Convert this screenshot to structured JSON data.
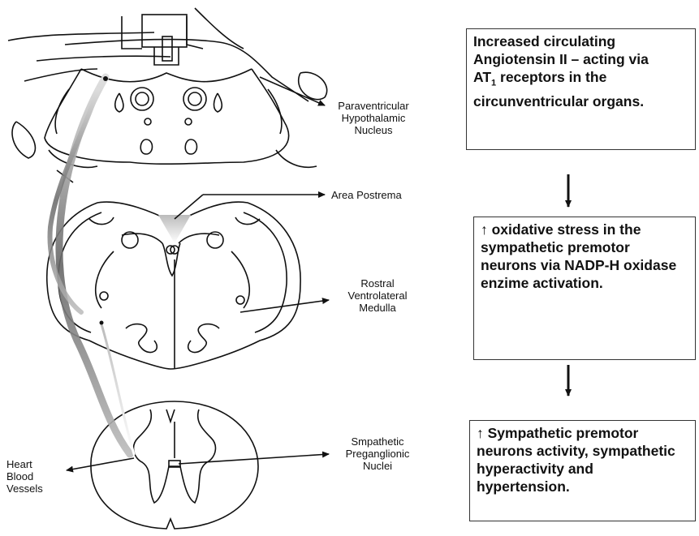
{
  "labels": {
    "pvn": "Paraventricular\nHypothalamic\nNucleus",
    "ap": "Area Postrema",
    "rvlm": "Rostral\nVentrolateral\nMedulla",
    "spn": "Smpathetic\nPreganglionic\nNuclei",
    "heart": "Heart\nBlood\nVessels"
  },
  "boxes": {
    "box1": {
      "line1": "Increased circulating",
      "line2": "Angiotensin II – acting via",
      "line3_pre": "AT",
      "line3_sub": "1",
      "line3_post": " receptors in the",
      "line4": "circunventricular organs."
    },
    "box2": "↑ oxidative stress in the sympathetic premotor neurons via NADP-H oxidase enzime activation.",
    "box3": "↑ Sympathetic premotor neurons activity, sympathetic hyperactivity and hypertension."
  },
  "colors": {
    "ink": "#111111",
    "shade": "#888888"
  }
}
